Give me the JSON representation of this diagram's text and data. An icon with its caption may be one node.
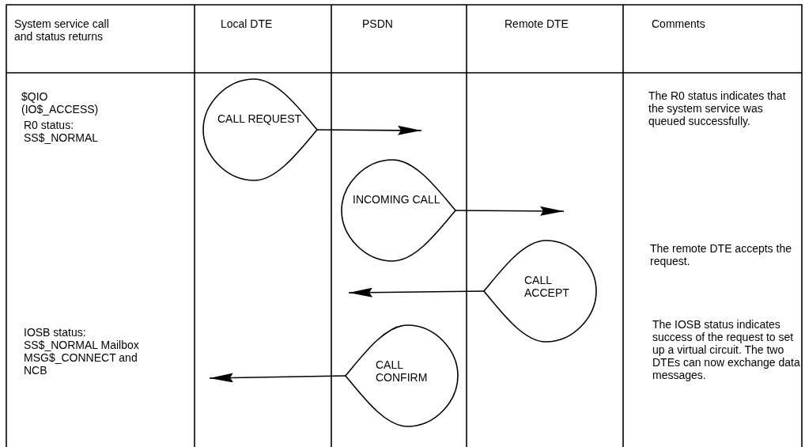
{
  "diagram": {
    "nodes": [
      {
        "text": [
          "CALL REQUEST"
        ]
      },
      {
        "text": [
          "INCOMING CALL"
        ]
      },
      {
        "text": [
          "CALL ACCEPT"
        ]
      },
      {
        "text": [
          "CALL CONFIRM"
        ]
      }
    ],
    "edges": [
      {
        "from": 0,
        "to": null,
        "arrow": "to"
      },
      {
        "from": 1,
        "to": null,
        "arrow": "to"
      },
      {
        "from": 2,
        "to": null,
        "arrow": "to"
      },
      {
        "from": 3,
        "to": null,
        "arrow": "to"
      }
    ],
    "labels": [
      "System service call and status returns",
      "Local DTE",
      "PSDN",
      "Remote DTE",
      "Comments",
      "$QIO (IO$_ACCESS)",
      "R0 status: SS$_NORMAL",
      "The R0 status indicates that the system service was queued successfully.",
      "The remote DTE accepts the request.",
      "IOSB status: SS$_NORMAL Mailbox MSG$_CONNECT and NCB",
      "The IOSB status indicates success of the request to set up a virtual circuit. The two DTEs can now exchange data messages."
    ]
  }
}
